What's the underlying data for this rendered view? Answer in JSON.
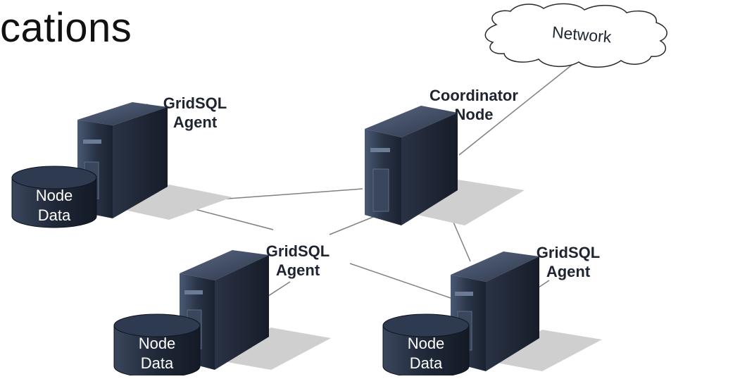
{
  "title": "cations",
  "network": {
    "label": "Network"
  },
  "coordinator": {
    "line1": "Coordinator",
    "line2": "Node"
  },
  "agents": [
    {
      "line1": "GridSQL",
      "line2": "Agent",
      "db_line1": "Node",
      "db_line2": "Data"
    },
    {
      "line1": "GridSQL",
      "line2": "Agent",
      "db_line1": "Node",
      "db_line2": "Data"
    },
    {
      "line1": "GridSQL",
      "line2": "Agent",
      "db_line1": "Node",
      "db_line2": "Data"
    }
  ],
  "colors": {
    "server_dark": "#1c2433",
    "server_mid": "#2b3548",
    "server_light": "#4a5a74",
    "shadow": "#c9c9c9",
    "cylinder": "#1e2738",
    "connector": "#808080"
  }
}
